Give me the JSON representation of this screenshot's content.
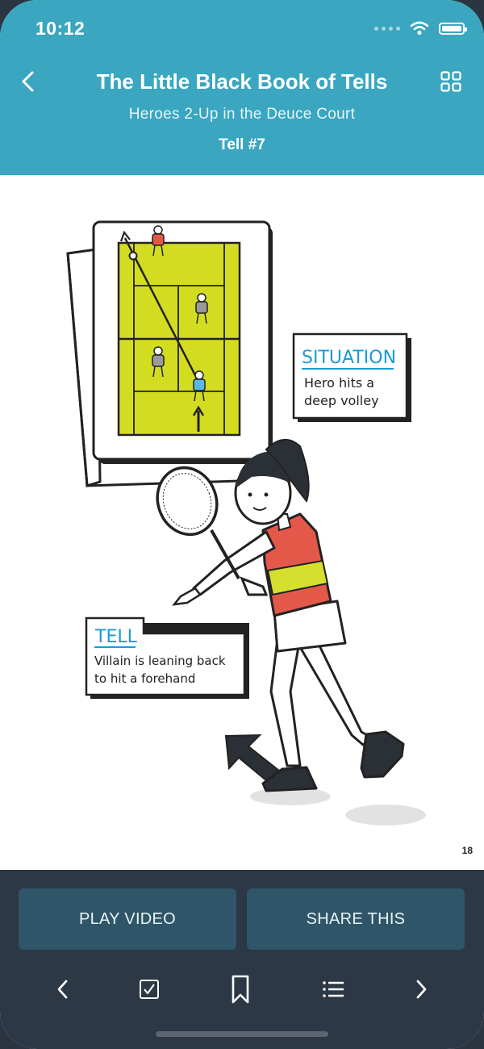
{
  "status": {
    "time": "10:12"
  },
  "header": {
    "title": "The Little Black Book of Tells",
    "subtitle": "Heroes 2-Up in the Deuce Court",
    "tell_number": "Tell #7"
  },
  "illustration": {
    "situation_heading": "SITUATION",
    "situation_line1": "Hero hits a",
    "situation_line2": "deep volley",
    "tell_heading": "TELL",
    "tell_line1": "Villain is leaning back",
    "tell_line2": "to hit a forehand"
  },
  "page_number": "18",
  "actions": {
    "play_label": "PLAY VIDEO",
    "share_label": "SHARE THIS"
  },
  "icons": {
    "back": "chevron-left-icon",
    "grid": "grid-icon",
    "prev": "chevron-left-icon",
    "check": "checkbox-icon",
    "bookmark": "bookmark-icon",
    "list": "list-icon",
    "next": "chevron-right-icon"
  },
  "colors": {
    "header": "#3aa6c0",
    "bottom_bar": "#2c3845",
    "button": "#2f5668",
    "court": "#d4dc22",
    "shirt": "#e4584a",
    "accent_blue": "#1a9ad6"
  }
}
